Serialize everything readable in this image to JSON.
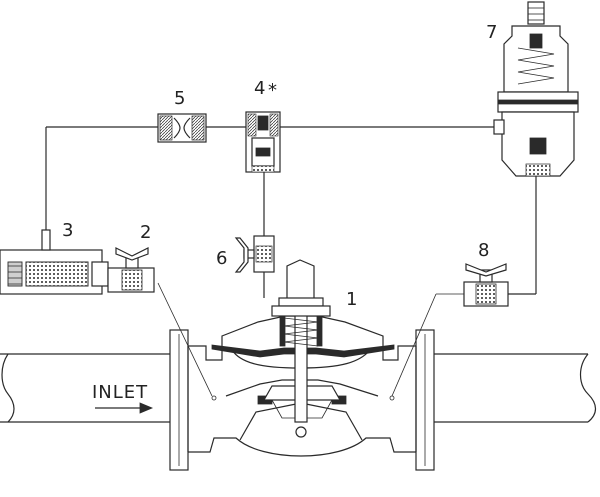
{
  "labels": {
    "component_1": "1",
    "component_2": "2",
    "component_3": "3",
    "component_4": "4",
    "component_4_mark": "*",
    "component_5": "5",
    "component_6": "6",
    "component_7": "7",
    "component_8": "8",
    "inlet": "INLET"
  },
  "colors": {
    "line": "#2a2a2a",
    "fill_dark": "#2a2a2a",
    "fill_light": "#cfcfcf",
    "background": "#ffffff"
  }
}
